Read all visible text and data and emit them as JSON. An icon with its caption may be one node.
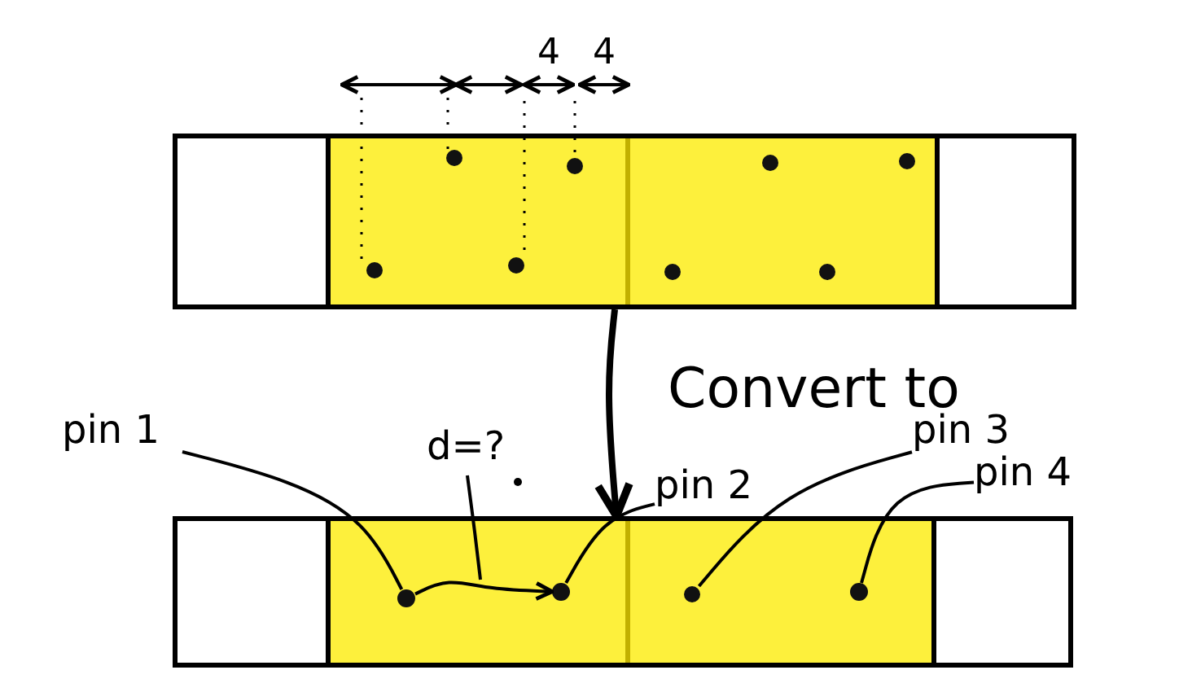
{
  "diagram": {
    "nodes": [
      {
        "text": [],
        "shape": "box"
      },
      {
        "text": [],
        "shape": "circle",
        "in": 0
      },
      {
        "text": [],
        "shape": "circle",
        "in": 0
      },
      {
        "text": [],
        "shape": "circle",
        "in": 0
      },
      {
        "text": [],
        "shape": "circle",
        "in": 0
      },
      {
        "text": [],
        "shape": "circle",
        "in": 0
      },
      {
        "text": [],
        "shape": "circle",
        "in": 0
      },
      {
        "text": [],
        "shape": "circle",
        "in": 0
      },
      {
        "text": [],
        "shape": "circle",
        "in": 0
      },
      {
        "text": [],
        "shape": "box"
      },
      {
        "text": [],
        "shape": "circle",
        "in": 9
      },
      {
        "text": [],
        "shape": "circle",
        "in": 9
      },
      {
        "text": [],
        "shape": "circle",
        "in": 9
      },
      {
        "text": [],
        "shape": "circle",
        "in": 9
      },
      {
        "text": [
          "pin 1"
        ]
      },
      {
        "text": [
          "d=?"
        ]
      },
      {
        "text": [
          "pin 2"
        ]
      },
      {
        "text": [
          "pin 3"
        ]
      },
      {
        "text": [
          "pin 4"
        ]
      }
    ],
    "edges": [
      {
        "from": 0,
        "to": 9,
        "arrow": "to",
        "label": "Convert to",
        "style": "thick"
      },
      {
        "from": 10,
        "to": 11,
        "arrow": "to"
      },
      {
        "from": 14,
        "to": 10,
        "arrow": "none"
      },
      {
        "from": 15,
        "to": null,
        "arrow": "none"
      },
      {
        "from": 16,
        "to": 11,
        "arrow": "none"
      },
      {
        "from": 17,
        "to": 12,
        "arrow": "none"
      },
      {
        "from": 18,
        "to": 13,
        "arrow": "none"
      }
    ],
    "labels": [
      "4",
      "4"
    ]
  }
}
